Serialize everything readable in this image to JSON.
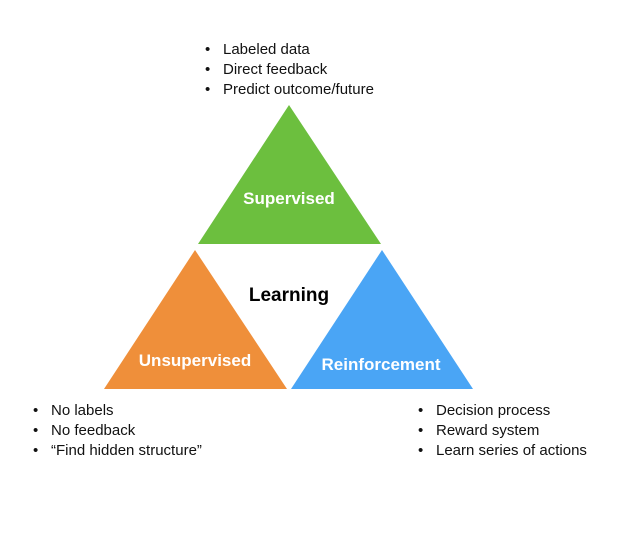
{
  "diagram": {
    "center_label": "Learning",
    "colors": {
      "supervised": "#6cbf3e",
      "unsupervised": "#ef8f3a",
      "reinforcement": "#4aa5f5"
    },
    "supervised": {
      "label": "Supervised",
      "bullets": [
        "Labeled data",
        "Direct feedback",
        "Predict outcome/future"
      ]
    },
    "unsupervised": {
      "label": "Unsupervised",
      "bullets": [
        "No labels",
        "No feedback",
        "“Find hidden structure”"
      ]
    },
    "reinforcement": {
      "label": "Reinforcement",
      "bullets": [
        "Decision process",
        "Reward system",
        "Learn series of actions"
      ]
    }
  }
}
